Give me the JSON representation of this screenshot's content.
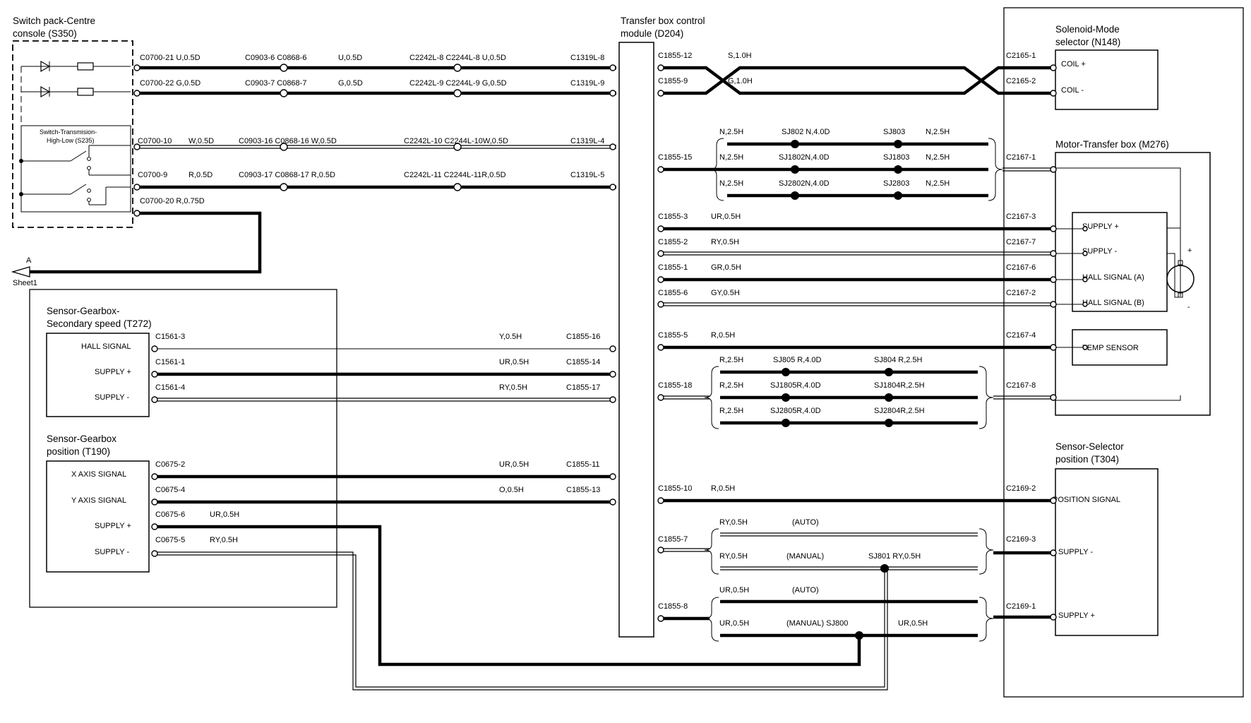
{
  "components": {
    "s350": {
      "title_l1": "Switch pack-Centre",
      "title_l2": "console (S350)"
    },
    "s235": {
      "title_l1": "Switch-Transmision-",
      "title_l2": "High-Low (S235)"
    },
    "d204": {
      "title_l1": "Transfer box control",
      "title_l2": "module (D204)"
    },
    "n148": {
      "title_l1": "Solenoid-Mode",
      "title_l2": "selector (N148)",
      "pins": [
        "COIL +",
        "COIL -"
      ]
    },
    "m276": {
      "title": "Motor-Transfer box (M276)",
      "pins": [
        "SUPPLY +",
        "SUPPLY -",
        "HALL SIGNAL (A)",
        "HALL SIGNAL (B)",
        "TEMP SENSOR"
      ],
      "plus": "+",
      "minus": "-"
    },
    "t272": {
      "title_l1": "Sensor-Gearbox-",
      "title_l2": "Secondary speed (T272)",
      "pins": [
        "HALL SIGNAL",
        "SUPPLY +",
        "SUPPLY -"
      ]
    },
    "t190": {
      "title_l1": "Sensor-Gearbox",
      "title_l2": "position (T190)",
      "pins": [
        "X AXIS SIGNAL",
        "Y AXIS SIGNAL",
        "SUPPLY +",
        "SUPPLY -"
      ]
    },
    "t304": {
      "title_l1": "Sensor-Selector",
      "title_l2": "position (T304)",
      "pins": [
        "POSITION SIGNAL",
        "SUPPLY -",
        "SUPPLY +"
      ]
    }
  },
  "offsheet": {
    "letter": "A",
    "label": "Sheet1"
  },
  "labels": {
    "l01": "C0700-21 U,0.5D",
    "l02": "C0903-6 C0868-6",
    "l03": "U,0.5D",
    "l04": "C2242L-8 C2244L-8 U,0.5D",
    "l05": "C1319L-8",
    "l06": "C0700-22 G,0.5D",
    "l07": "C0903-7 C0868-7",
    "l08": "G,0.5D",
    "l09": "C2242L-9 C2244L-9 G,0.5D",
    "l10": "C1319L-9",
    "l11": "C0700-10",
    "l12": "W,0.5D",
    "l13": "C0903-16 C0868-16 W,0.5D",
    "l14": "C2242L-10 C2244L-10W,0.5D",
    "l15": "C1319L-4",
    "l16": "C0700-9",
    "l17": "R,0.5D",
    "l18": "C0903-17 C0868-17 R,0.5D",
    "l19": "C2242L-11 C2244L-11R,0.5D",
    "l20": "C1319L-5",
    "l21": "C0700-20 R,0.75D",
    "l22": "C1855-12",
    "l23": "S,1.0H",
    "l24": "C2165-1",
    "l25": "C1855-9",
    "l26": "G,1.0H",
    "l27": "C2165-2",
    "l28": "N,2.5H",
    "l29": "SJ802 N,4.0D",
    "l30": "SJ803",
    "l31": "N,2.5H",
    "l32": "C1855-15",
    "l33": "N,2.5H",
    "l34": "SJ1802N,4.0D",
    "l35": "SJ1803",
    "l36": "N,2.5H",
    "l37": "C2167-1",
    "l38": "N,2.5H",
    "l39": "SJ2802N,4.0D",
    "l40": "SJ2803",
    "l41": "N,2.5H",
    "l42": "C1855-3",
    "l43": "UR,0.5H",
    "l44": "C2167-3",
    "l45": "C1855-2",
    "l46": "RY,0.5H",
    "l47": "C2167-7",
    "l48": "C1855-1",
    "l49": "GR,0.5H",
    "l50": "C2167-6",
    "l51": "C1855-6",
    "l52": "GY,0.5H",
    "l53": "C2167-2",
    "l54": "C1855-5",
    "l55": "R,0.5H",
    "l56": "C2167-4",
    "l57": "R,2.5H",
    "l58": "SJ805 R,4.0D",
    "l59": "SJ804 R,2.5H",
    "l60": "C1855-18",
    "l61": "R,2.5H",
    "l62": "SJ1805R,4.0D",
    "l63": "SJ1804R,2.5H",
    "l64": "C2167-8",
    "l65": "R,2.5H",
    "l66": "SJ2805R,4.0D",
    "l67": "SJ2804R,2.5H",
    "l68": "C1855-10",
    "l69": "R,0.5H",
    "l70": "C2169-2",
    "l71": "RY,0.5H",
    "l72": "(AUTO)",
    "l73": "C1855-7",
    "l74": "RY,0.5H",
    "l75": "(MANUAL)",
    "l76": "SJ801 RY,0.5H",
    "l77": "C2169-3",
    "l78": "UR,0.5H",
    "l79": "(AUTO)",
    "l80": "C1855-8",
    "l81": "UR,0.5H",
    "l82": "(MANUAL) SJ800",
    "l83": "UR,0.5H",
    "l84": "C2169-1",
    "l85": "C1561-3",
    "l86": "Y,0.5H",
    "l87": "C1855-16",
    "l88": "C1561-1",
    "l89": "UR,0.5H",
    "l90": "C1855-14",
    "l91": "C1561-4",
    "l92": "RY,0.5H",
    "l93": "C1855-17",
    "l94": "C0675-2",
    "l95": "UR,0.5H",
    "l96": "C1855-11",
    "l97": "C0675-4",
    "l98": "O,0.5H",
    "l99": "C1855-13",
    "l100": "C0675-6",
    "l101": "UR,0.5H",
    "l102": "C0675-5",
    "l103": "RY,0.5H"
  }
}
